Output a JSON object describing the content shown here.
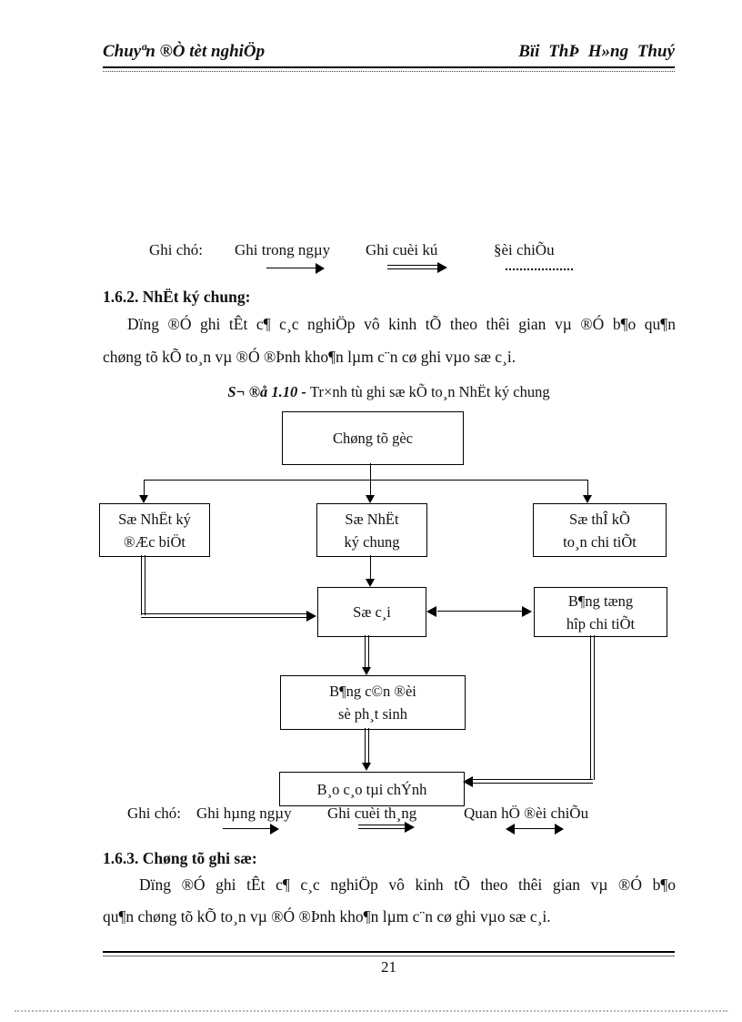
{
  "header": {
    "left_title": "Chuyªn ®Ò tèt nghiÖp",
    "right_author": "Bïi ThÞ H»ng Thuý"
  },
  "legend_top": {
    "label": "Ghi chó:",
    "daily": "Ghi trong ngµy",
    "period_end": "Ghi cuèi kú",
    "reconcile": "§èi chiÕu",
    "symbols": {
      "daily": "single-arrow",
      "period_end": "double-arrow",
      "reconcile": "dotted-line"
    }
  },
  "section_1_6_2": {
    "heading": "1.6.2. NhËt ký chung:",
    "paragraph_lines": [
      "Dïng ®Ó ghi tÊt c¶ c¸c nghiÖp vô kinh tÕ theo thêi gian vµ ®Ó b¶o qu¶n",
      "chøng tõ kÕ to¸n vµ ®Ó ®Þnh kho¶n lµm c¨n cø ghi vµo sæ c¸i."
    ]
  },
  "figure": {
    "caption_number": "S¬ ®å 1.10 - ",
    "caption_title": "Tr×nh tù ghi sæ kÕ to¸n NhËt ký chung",
    "boxes": {
      "source_documents": "Chøng tõ gèc",
      "special_journal": "Sæ NhËt ký\n®Æc biÖt",
      "general_journal": "Sæ NhËt\nký chung",
      "detail_ledger": "Sæ thÎ kÕ\nto¸n chi tiÕt",
      "general_ledger": "Sæ c¸i",
      "detail_summary": "B¶ng tæng\nhîp chi tiÕt",
      "trial_balance": "B¶ng c©n ®èi\nsè ph¸t sinh",
      "financial_reports": "B¸o c¸o tµi chÝnh"
    }
  },
  "legend_bottom": {
    "label": "Ghi chó:",
    "daily": "Ghi hµng ngµy",
    "month_end": "Ghi cuèi th¸ng",
    "reconcile": "Quan hÖ ®èi chiÕu",
    "symbols": {
      "daily": "single-arrow",
      "month_end": "double-arrow",
      "reconcile": "double-headed-arrow"
    }
  },
  "section_1_6_3": {
    "heading": "1.6.3. Chøng tõ ghi sæ:",
    "paragraph_lines": [
      "Dïng ®Ó ghi tÊt c¶ c¸c nghiÖp vô kinh tÕ theo thêi gian vµ ®Ó b¶o",
      "qu¶n chøng tõ kÕ to¸n vµ ®Ó ®Þnh kho¶n lµm c¨n cø ghi vµo sæ c¸i."
    ]
  },
  "footer": {
    "page_number": "21"
  }
}
